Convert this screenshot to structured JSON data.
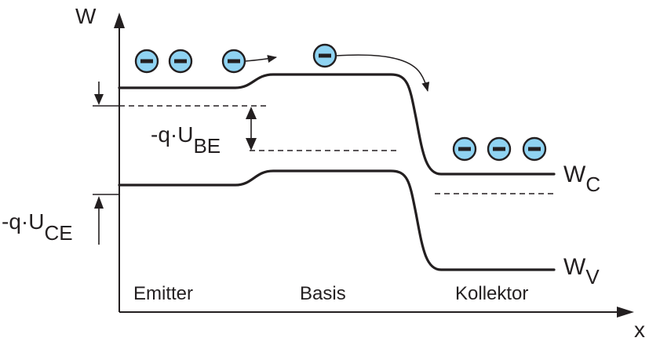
{
  "axes": {
    "y_label": "W",
    "x_label": "x"
  },
  "bands": {
    "conduction_label_main": "W",
    "conduction_label_sub": "C",
    "valence_label_main": "W",
    "valence_label_sub": "V"
  },
  "regions": {
    "emitter": "Emitter",
    "base": "Basis",
    "collector": "Kollektor"
  },
  "voltages": {
    "ube_prefix": "-q·U",
    "ube_sub": "BE",
    "uce_prefix": "-q·U",
    "uce_sub": "CE"
  },
  "electrons": {
    "emitter_count": 3,
    "base_count": 1,
    "collector_count": 3,
    "sign": "minus",
    "fill_color": "#8fd3f2"
  }
}
